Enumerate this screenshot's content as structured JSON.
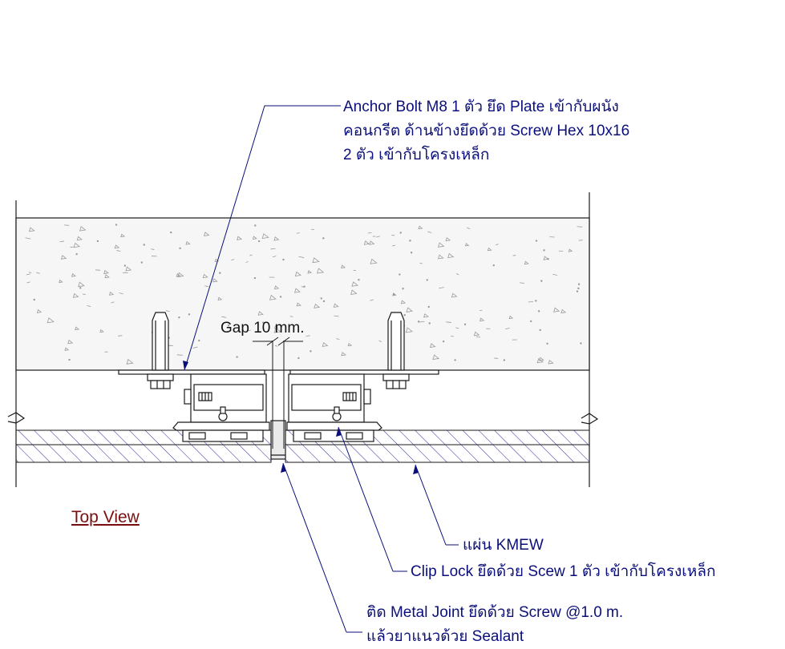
{
  "labels": {
    "anchor_bolt": {
      "line1": "Anchor Bolt M8 1 ตัว ยึด Plate เข้ากับผนัง",
      "line2": "คอนกรีต ด้านข้างยึดด้วย Screw Hex 10x16",
      "line3": "2 ตัว  เข้ากับโครงเหล็ก"
    },
    "gap": "Gap 10 mm.",
    "view_title": "Top View",
    "kmew_panel": "แผ่น KMEW",
    "clip_lock": "Clip Lock ยึดด้วย Scew 1 ตัว เข้ากับโครงเหล็ก",
    "metal_joint": {
      "line1": "ติด Metal Joint ยึดด้วย Screw  @1.0 m.",
      "line2": "แล้วยาแนวด้วย Sealant"
    }
  },
  "colors": {
    "leader": "#0b0f7a",
    "outline": "#1a1a1a",
    "concrete_fill": "#f4f4f4",
    "hatch": "#2a2aa0",
    "title": "#7a0f0f"
  }
}
